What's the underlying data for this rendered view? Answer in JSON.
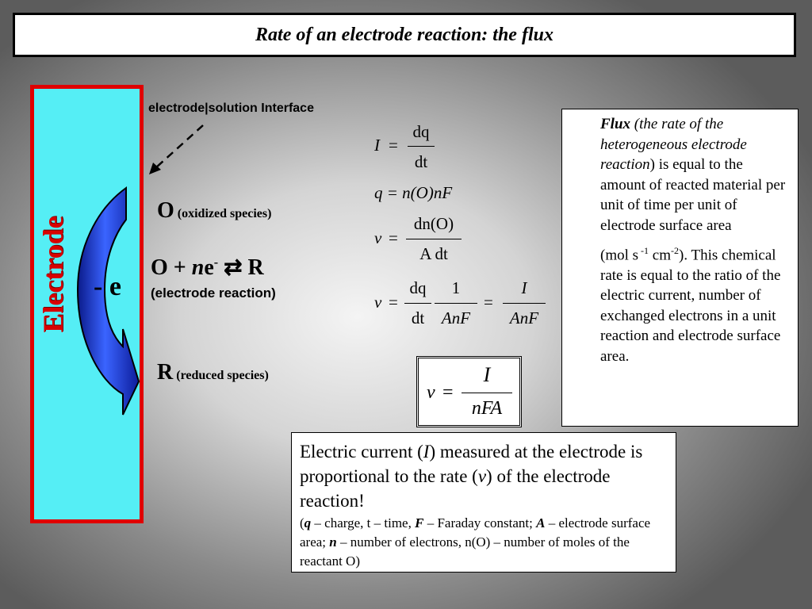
{
  "title": "Rate of an electrode reaction: the flux",
  "electrode": {
    "label": "Electrode",
    "electron_label": "- e",
    "interface_label": "electrode|solution Interface"
  },
  "species": {
    "oxidized_symbol": "O",
    "oxidized_desc": "(oxidized species)",
    "reduced_symbol": "R",
    "reduced_desc": "(reduced species)"
  },
  "reaction": {
    "lhs": "O + ",
    "n": "n",
    "e": "e",
    "charge": "-",
    "arrow": "⇄",
    "rhs": " R",
    "caption": "(electrode reaction)"
  },
  "equations": {
    "eq1_lhs": "I",
    "eq1_num": "dq",
    "eq1_den": "dt",
    "eq2": "q = n(O)nF",
    "eq3_lhs": "v",
    "eq3_num": "dn(O)",
    "eq3_den": "A dt",
    "eq4_lhs": "v",
    "eq4_num1": "dq",
    "eq4_den1": "dt",
    "eq4_num2": "1",
    "eq4_den2": "AnF",
    "eq4_num3": "I",
    "eq4_den3": "AnF",
    "boxed_lhs": "v",
    "boxed_num": "I",
    "boxed_den": "nFA"
  },
  "flux_box": {
    "term": "Flux",
    "italic_part": " (the rate of the heterogeneous electrode reaction",
    "rest": ") is equal to the amount of reacted material per unit of time per unit of electrode surface area",
    "units_prefix": "(mol  s",
    "units_exp1": " -1",
    "units_mid": " cm",
    "units_exp2": "-2",
    "units_suffix": "). This chemical rate is equal to the ratio of the electric current, number of exchanged electrons in a unit reaction and electrode surface area."
  },
  "current_box": {
    "main_a": "Electric current (",
    "main_I": "I",
    "main_b": ") measured at the electrode is proportional to the rate (",
    "main_v": "v",
    "main_c": ") of the electrode reaction!",
    "note_a": "(",
    "note_q": "q",
    "note_b": " – charge, t – time, ",
    "note_F": "F",
    "note_c": " – Faraday constant; ",
    "note_A": "A",
    "note_d": " – electrode surface area; ",
    "note_n": "n",
    "note_e": " – number of electrons, n(O) – number of moles of the reactant O)"
  },
  "colors": {
    "electrode_fill": "#55eef5",
    "electrode_border": "#e00000",
    "electrode_text": "#d80000",
    "arrow_blue": "#1a2fd0"
  }
}
